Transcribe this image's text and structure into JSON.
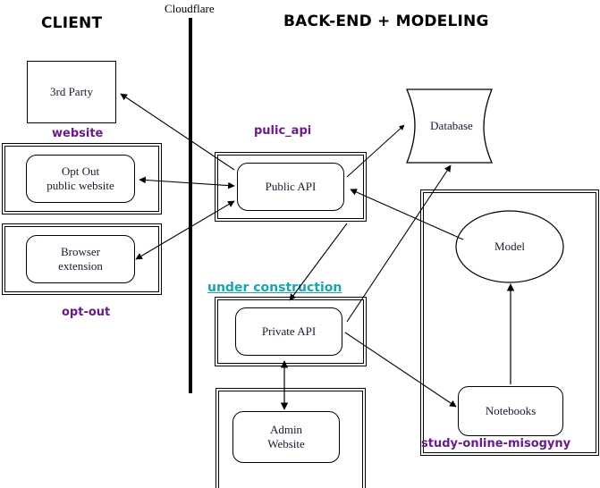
{
  "headers": {
    "client": "CLIENT",
    "backend": "BACK-END + MODELING",
    "cloudflare": "Cloudflare"
  },
  "group_labels": {
    "website": "website",
    "opt_out": "opt-out",
    "pulic_api": "pulic_api",
    "under_construction": "under construction",
    "study": "study-online-misogyny"
  },
  "nodes": {
    "third_party": "3rd Party",
    "opt_out_site": "Opt Out\npublic website",
    "opt_out_site_line1": "Opt Out",
    "opt_out_site_line2": "public website",
    "browser_extension_line1": "Browser",
    "browser_extension_line2": "extension",
    "public_api": "Public API",
    "private_api": "Private API",
    "admin_website_line1": "Admin",
    "admin_website_line2": "Website",
    "database": "Database",
    "model": "Model",
    "notebooks": "Notebooks"
  },
  "colors": {
    "group_label": "#6a1b8a",
    "under_construction": "#18a5ad",
    "stroke": "#000000",
    "node_text": "#1a1a2e",
    "background": "#ffffff"
  },
  "edges": [
    {
      "name": "public-api-to-third-party",
      "from": "Public API",
      "to": "3rd Party",
      "direction": "one-way"
    },
    {
      "name": "opt-out-site-to-public-api",
      "from": "Opt Out public website",
      "to": "Public API",
      "direction": "two-way"
    },
    {
      "name": "browser-extension-to-public-api",
      "from": "Browser extension",
      "to": "Public API",
      "direction": "two-way"
    },
    {
      "name": "public-api-to-database",
      "from": "Public API",
      "to": "Database",
      "direction": "one-way"
    },
    {
      "name": "model-to-public-api",
      "from": "Model",
      "to": "Public API",
      "direction": "one-way"
    },
    {
      "name": "private-api-to-database",
      "from": "Private API",
      "to": "Database",
      "direction": "one-way"
    },
    {
      "name": "public-api-to-private-api",
      "from": "Public API",
      "to": "Private API",
      "direction": "one-way"
    },
    {
      "name": "private-api-to-notebooks",
      "from": "Private API",
      "to": "Notebooks",
      "direction": "one-way"
    },
    {
      "name": "notebooks-to-model",
      "from": "Notebooks",
      "to": "Model",
      "direction": "one-way"
    },
    {
      "name": "private-api-to-admin-website",
      "from": "Private API",
      "to": "Admin Website",
      "direction": "two-way"
    }
  ]
}
